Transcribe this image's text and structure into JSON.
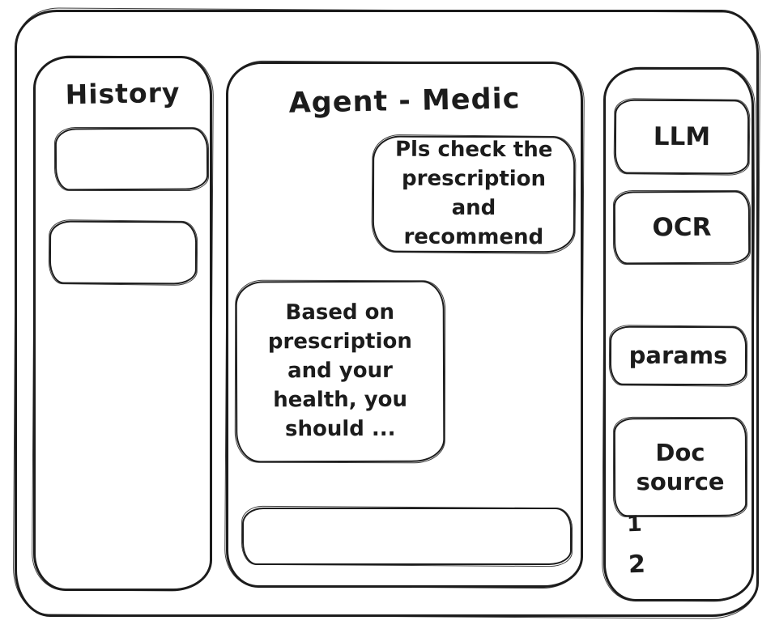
{
  "colors": {
    "ink": "#1c1c1c",
    "background": "#ffffff"
  },
  "history": {
    "title": "History",
    "items": [
      {
        "label": ""
      },
      {
        "label": ""
      }
    ]
  },
  "chat": {
    "title": "Agent - Medic",
    "messages": [
      {
        "role": "user",
        "text": "Pls check the prescription and recommend"
      },
      {
        "role": "agent",
        "text": "Based on prescription and your health, you should ..."
      }
    ],
    "input": {
      "value": "",
      "placeholder": ""
    }
  },
  "tools": {
    "buttons": [
      {
        "label": "LLM"
      },
      {
        "label": "OCR"
      },
      {
        "label": "params"
      },
      {
        "label": "Doc source"
      }
    ],
    "doc_source_items": [
      "1",
      "2"
    ]
  }
}
